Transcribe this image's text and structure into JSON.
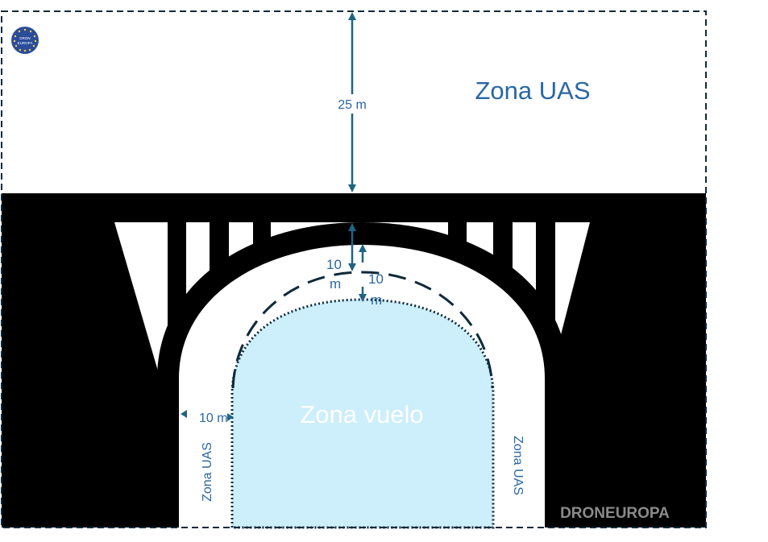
{
  "logo": {
    "text_top": "DRON",
    "text_bottom": "EUROPA",
    "color": "#2b4c9b"
  },
  "labels": {
    "uas_zone_top": "Zona UAS",
    "uas_zone_left": "Zona UAS",
    "uas_zone_right": "Zona UAS",
    "flight_zone": "Zona vuelo",
    "height_25": "25 m",
    "arch_10_num": "10",
    "arch_10_unit": "m",
    "inner_10_num": "10",
    "inner_10_unit": "m",
    "side_10": "10 m",
    "watermark": "DRONEUROPA"
  },
  "colors": {
    "text_blue": "#2a67a3",
    "arrow": "#1f6485",
    "flight_fill": "#cdeefb",
    "structure": "#000000",
    "outline": "#0d2a3a",
    "watermark": "#8a8a8a"
  }
}
